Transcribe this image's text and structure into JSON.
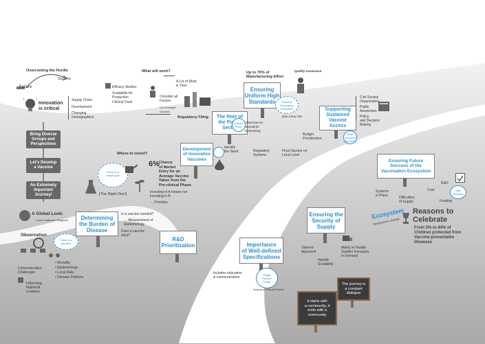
{
  "left_column": {
    "handle_arc": "Overcoming the Hurdle",
    "success": "Success",
    "failure": "Failure",
    "innovation": "Innovation\nis critical",
    "innovation_factors": [
      "Supply Chain",
      "Development",
      "Changing\nDemographics"
    ],
    "steps": [
      "Bring Diverse\nGroups and\nPerspectives",
      "Let's Develop\na Vaccine",
      "An Extremely\nImportant\nJourney!"
    ],
    "global_look": "A Global Look:",
    "global_look_sub": "Local • National • Regional",
    "observation": "Observation",
    "observation_bubble": "There is a\nproblem",
    "comm_challenges": "Communication\nChallenges",
    "informing": "Informing\nNational\nLeaders",
    "data_list": [
      "• Mortality",
      "• Epidemiology",
      "• Local Data",
      "• Disease Patterns"
    ]
  },
  "what_will_work": {
    "title": "What will work?",
    "lot_of_work": "A Lot of Work\n& Time",
    "studies": [
      "Efficacy Studies",
      "Scalability for\nProduction",
      "Clinical Trials"
    ],
    "consider": "Consider all\nFactors",
    "hiv_example": "HIV Example\nDenales",
    "regulatory_filing": "Regulatory Filing"
  },
  "where_to_invest": {
    "title": "Where to invest?",
    "bubble": "Invest in a\nrobust pipe\n..."
  },
  "right_one": "[The Right One!]",
  "market_entry": {
    "pct": "6%",
    "text": "Chance\nof Market\nEntry for an\nAverage Vaccine\nTaken from the\nPre-clinical Phase"
  },
  "investing_note": "Investing in A means not\ninvesting in B",
  "priorities": "→ Priorities",
  "signs": {
    "burden": "Determining\nthe Burden of\nDisease",
    "rd": "R&D\nPrioritization",
    "innovative": "Development\nof Innovative\nVaccines",
    "public_sector": "The Role of\nthe Public\nSector",
    "uniform": "Ensuring\nUniform High\nStandards",
    "sustained": "Supporting\nSustained\nVaccine Access",
    "well_defined": "Importance\nof Well-defined\nSpecifications",
    "security": "Ensuring the\nSecurity of\nSupply",
    "future": "Ensuring Future\nSuccess of the\nVaccination Ecosystem"
  },
  "burden_questions": [
    "Is a vaccine needed?",
    "→ Measurement of\nEpidemiology",
    "Does a vaccine\nexist?"
  ],
  "public_sector_notes": {
    "bubble": "A Major\nRole!",
    "items": "Observances\nStandards\nNetworking",
    "identify": "Identify\nthe Need",
    "regulatory_systems": "Regulatory\nSystems",
    "final_vaccine": "Final Vaccine on\nLocal Level"
  },
  "uniform_notes": {
    "title": "Up to 70% of\nManufacturing Effort",
    "quality": "Quality Assurance",
    "nra": "National\nRegulatory\nAuthorities",
    "key_role": "play a key role"
  },
  "sustained_notes": {
    "civil": "Civil Society\nOrganization",
    "awareness": "Public\nAwareness",
    "policy": "Policy\nand Decision\nMaking",
    "budget": "Budget\nPrioritization",
    "bubble": "Make\nVaccines\nAccessible"
  },
  "specs_notes": {
    "includes": "Includes education\n& communication",
    "target": "Target\nProduct\nProfile",
    "arc": "Keeping all Relevant Factors"
  },
  "security_notes": {
    "tailored": "Tailored\nApproach",
    "ability": "Ability to Handle\nSudden Increases\nin Demand",
    "handle": "Handle\nScalability"
  },
  "future_notes": {
    "systems": "Systems\nin Place",
    "cost": "Cost",
    "rd": "R&D",
    "new_entrants": "New\nEntrants",
    "funding": "Funding",
    "difficulties": "Difficulties\nof Supply"
  },
  "ecosystem": {
    "title": "Ecosystem",
    "sub": "Development Globally"
  },
  "celebrate": {
    "title": "Reasons to\nCelebrate",
    "body": "From 5% to 84% of\nChildren protected from\nVaccine-preventable\nDiseases"
  },
  "chalkboards": {
    "community": "It starts with\na community, it\nends with a\ncommunity",
    "journey": "The journey is\na constant\ndialogue"
  },
  "colors": {
    "accent": "#2a8fd1",
    "road": "#ffffff",
    "land": "#d8d8d8",
    "sign_post": "#6b6b6b"
  }
}
